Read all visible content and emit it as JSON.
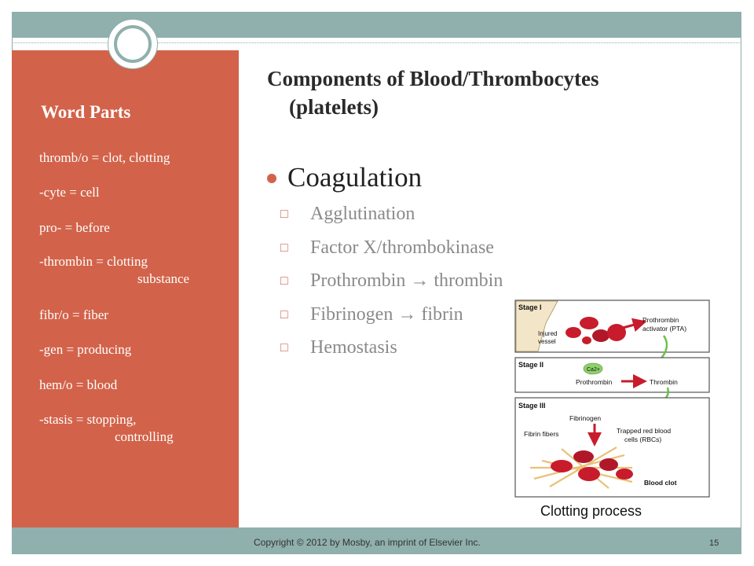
{
  "sidebar": {
    "title": "Word Parts",
    "items": [
      {
        "text": "thromb/o = clot, clotting"
      },
      {
        "text": "-cyte = cell"
      },
      {
        "text": "pro- = before"
      },
      {
        "text": "-thrombin = clotting",
        "cont": "substance"
      },
      {
        "text": "fibr/o = fiber"
      },
      {
        "text": "-gen = producing"
      },
      {
        "text": "hem/o = blood"
      },
      {
        "text": "-stasis = stopping,",
        "cont": "controlling"
      }
    ]
  },
  "main": {
    "heading": "Components of Blood/Thrombocytes (platelets)",
    "bullet": "Coagulation",
    "subitems": [
      "Agglutination",
      "Factor X/thrombokinase",
      "Prothrombin → thrombin",
      "Fibrinogen → fibrin",
      "Hemostasis"
    ]
  },
  "diagram": {
    "stage1": "Stage I",
    "injured": "Injured",
    "vessel": "vessel",
    "prothrombin_activator_1": "Prothrombin",
    "prothrombin_activator_2": "activator (PTA)",
    "stage2": "Stage II",
    "ca": "Ca2+",
    "prothrombin": "Prothrombin",
    "thrombin": "Thrombin",
    "stage3": "Stage III",
    "fibrinogen": "Fibrinogen",
    "fibrin_fibers": "Fibrin fibers",
    "trapped_1": "Trapped red blood",
    "trapped_2": "cells (RBCs)",
    "blood_clot": "Blood clot",
    "caption": "Clotting process"
  },
  "footer": {
    "copyright": "Copyright © 2012 by Mosby, an imprint of Elsevier Inc.",
    "page": "15"
  },
  "colors": {
    "accent": "#d2634a",
    "band": "#8fb0ac"
  }
}
